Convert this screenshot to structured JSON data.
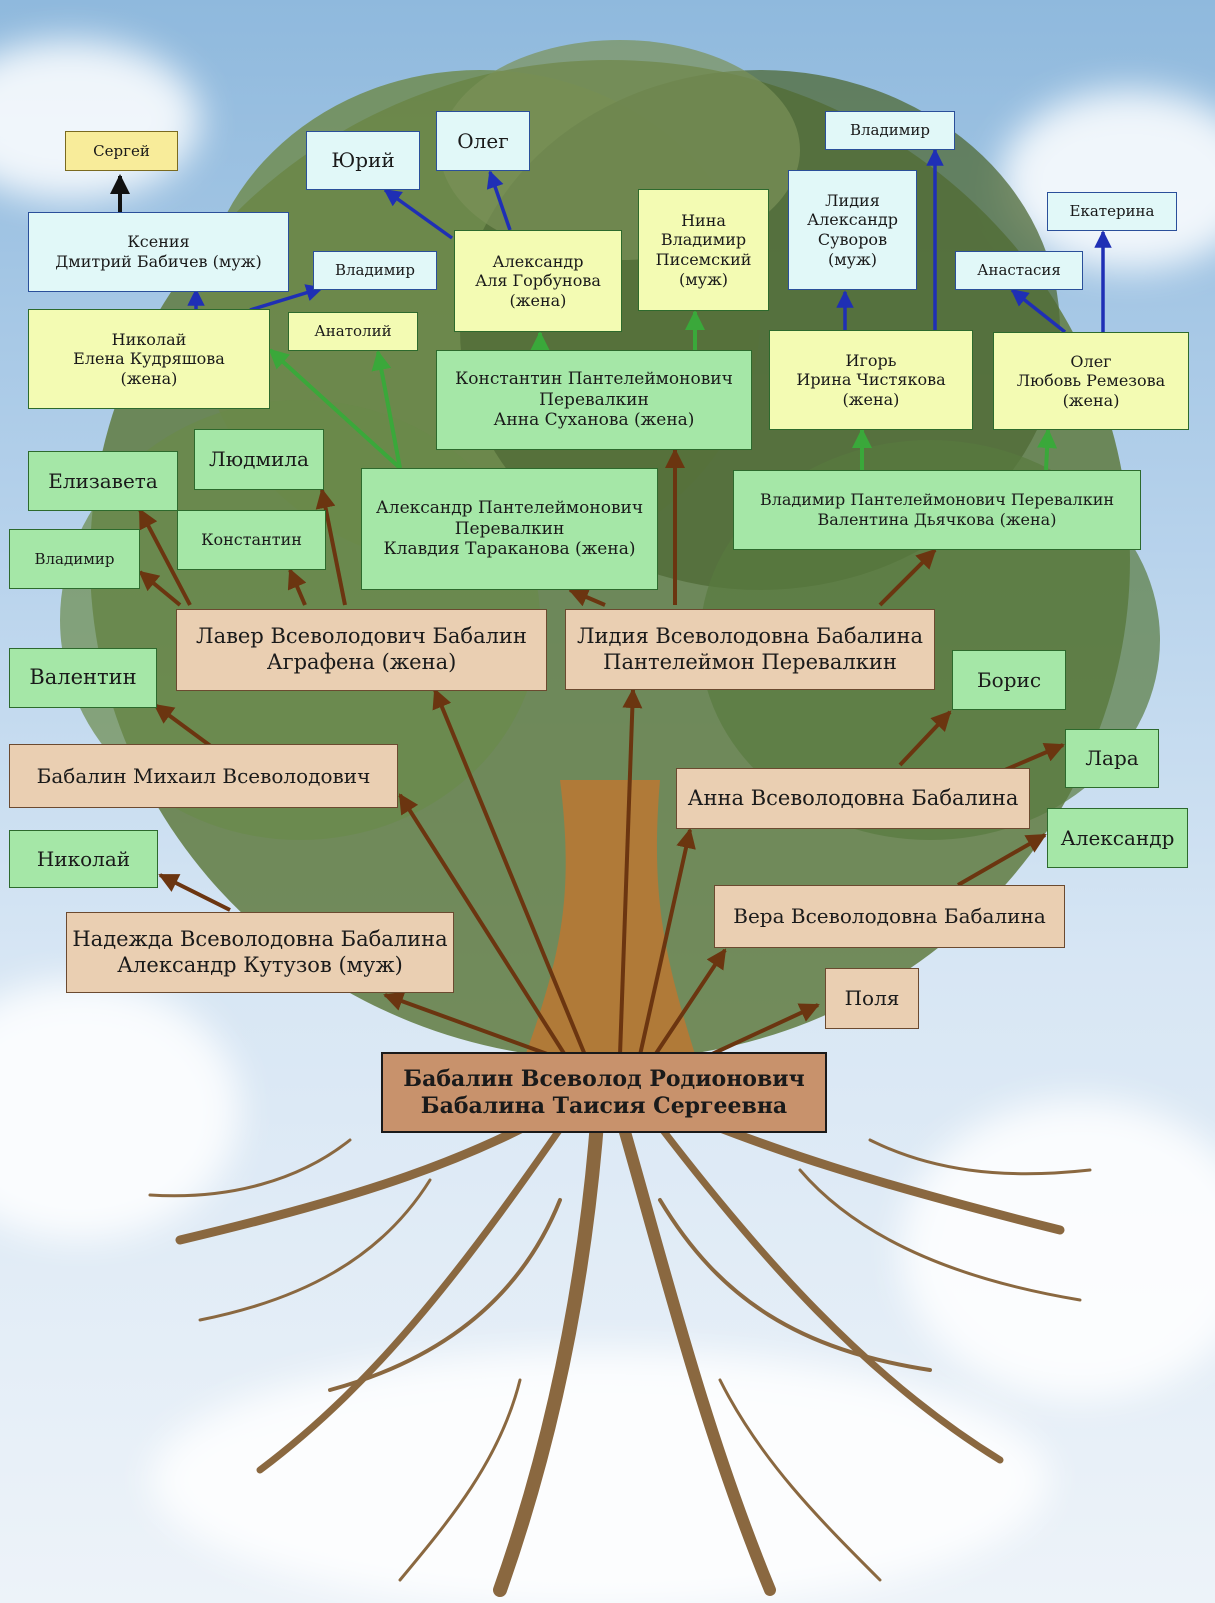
{
  "people": {
    "root": "Бабалин Всеволод Родионович\nБабалина Таисия Сергеевна",
    "nadezhda": "Надежда Всеволодовна Бабалина\nАлександр Кутузов (муж)",
    "nikolai1": "Николай",
    "mikhail": "Бабалин Михаил Всеволодович",
    "valentin": "Валентин",
    "laver": "Лавер Всеволодович Бабалин\nАграфена (жена)",
    "lidia": "Лидия Всеволодовна Бабалина\nПантелеймон Перевалкин",
    "boris": "Борис",
    "anna": "Анна Всеволодовна Бабалина",
    "lara": "Лара",
    "vera": "Вера Всеволодовна Бабалина",
    "aleksandr1": "Александр",
    "polya": "Поля",
    "elizaveta": "Елизавета",
    "vladimir1": "Владимир",
    "konstantin1": "Константин",
    "lyudmila": "Людмила",
    "aleksandr_p": "Александр Пантелеймонович\nПеревалкин\nКлавдия Тараканова (жена)",
    "konstantin_p": "Константин Пантелеймонович\nПеревалкин\nАнна Суханова (жена)",
    "vladimir_p": "Владимир Пантелеймонович Перевалкин\nВалентина Дьячкова (жена)",
    "nikolai2": "Николай\nЕлена Кудряшова\n(жена)",
    "anatoliy": "Анатолий",
    "ksenia": "Ксения\nДмитрий Бабичев (муж)",
    "sergei": "Сергей",
    "vladimir2": "Владимир",
    "aleksandr2": "Александр\nАля Горбунова\n(жена)",
    "yuriy": "Юрий",
    "oleg1": "Олег",
    "nina": "Нина\nВладимир\nПисемский\n(муж)",
    "igor": "Игорь\nИрина Чистякова\n(жена)",
    "lidia2": "Лидия\nАлександр\nСуворов\n(муж)",
    "vladimir3": "Владимир",
    "oleg2": "Олег\nЛюбовь Ремезова\n(жена)",
    "anastasia": "Анастасия",
    "ekaterina": "Екатерина"
  },
  "colors": {
    "arrow_brown": "#6b3510",
    "arrow_green": "#3aa83a",
    "arrow_blue": "#1f2fb5",
    "arrow_black": "#111111"
  }
}
